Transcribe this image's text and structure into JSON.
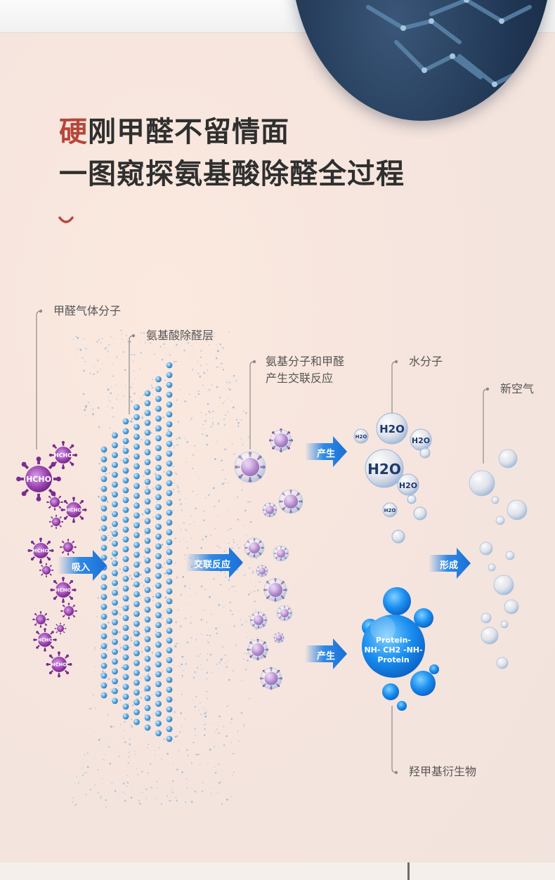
{
  "title": {
    "line1_accent": "硬",
    "line1_rest": "刚甲醛不留情面",
    "line2": "一图窥探氨基酸除醛全过程"
  },
  "labels": {
    "formaldehyde_gas": "甲醛气体分子",
    "amino_acid_layer": "氨基酸除醛层",
    "reaction_line1": "氨基分子和甲醛",
    "reaction_line2": "产生交联反应",
    "water_molecule": "水分子",
    "fresh_air": "新空气",
    "hydroxymethyl_derivative": "羟甲基衍生物"
  },
  "arrows": {
    "inhale": "吸入",
    "crosslink": "交联反应",
    "produce_top": "产生",
    "produce_bottom": "产生",
    "form": "形成"
  },
  "molecules": {
    "hcho": "HCHO",
    "h2o_big": "H2O",
    "h2o_small": "H2O",
    "protein_line1": "Protein-",
    "protein_line2": "NH- CH2 -NH-",
    "protein_line3": "Protein"
  },
  "colors": {
    "title_text": "#2f2f2f",
    "title_accent": "#b7463a",
    "arrow_blue": "#1a7fe6",
    "dot_blue": "#4a9bd8",
    "virus_purple": "#8a3a9e",
    "protein_blue": "#1a8ef0"
  },
  "icons": {
    "smile": "smile-arc-icon",
    "arrow": "right-arrow-icon",
    "virus": "virus-molecule-icon",
    "bubble": "bubble-icon"
  }
}
